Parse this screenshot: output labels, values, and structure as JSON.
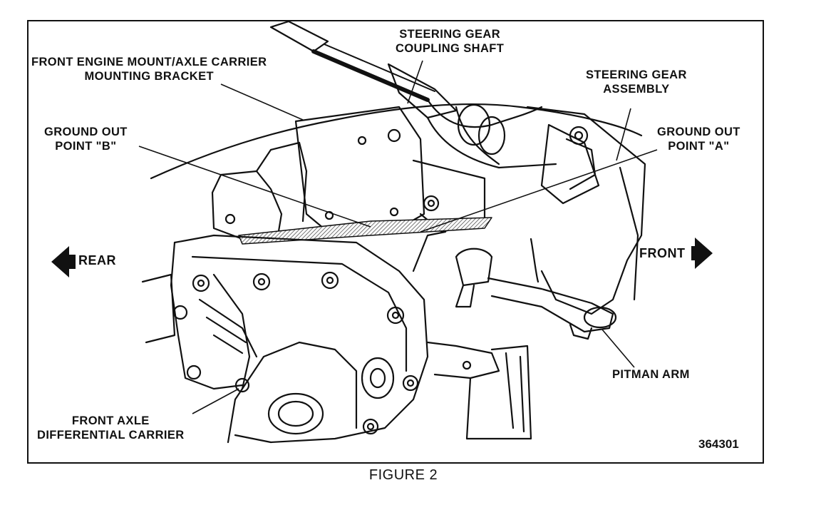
{
  "labels": {
    "coupling_shaft": [
      "STEERING GEAR",
      "COUPLING SHAFT"
    ],
    "mount_bracket": [
      "FRONT ENGINE MOUNT/AXLE CARRIER",
      "MOUNTING BRACKET"
    ],
    "gear_assembly": [
      "STEERING GEAR",
      "ASSEMBLY"
    ],
    "ground_b": [
      "GROUND OUT",
      "POINT \"B\""
    ],
    "ground_a": [
      "GROUND OUT",
      "POINT \"A\""
    ],
    "rear": "REAR",
    "front": "FRONT",
    "pitman_arm": "PITMAN ARM",
    "differential": [
      "FRONT AXLE",
      "DIFFERENTIAL CARRIER"
    ]
  },
  "figure_number": "364301",
  "caption": "FIGURE 2",
  "colors": {
    "ink": "#111111",
    "paper": "#ffffff",
    "hatch": "#888888"
  },
  "icons": {
    "rear_arrow": "arrow-left-icon",
    "front_arrow": "arrow-right-icon"
  }
}
